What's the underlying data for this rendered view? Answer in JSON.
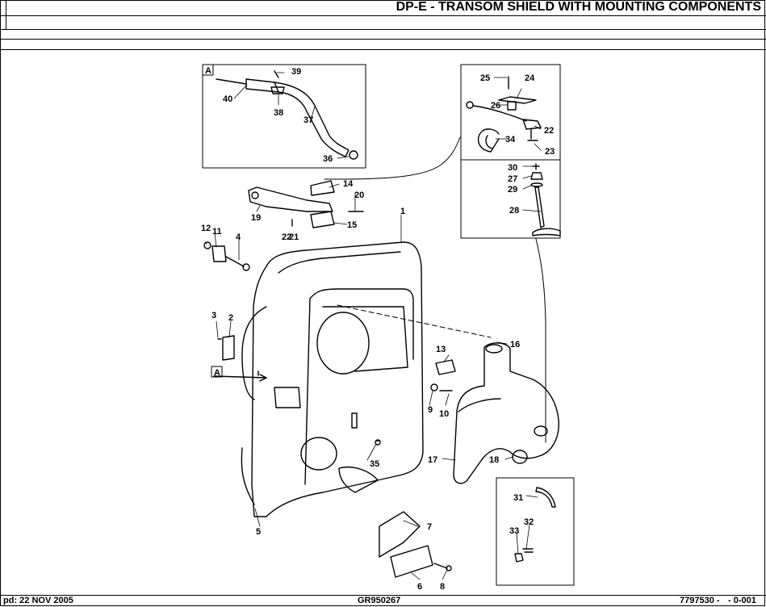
{
  "header": {
    "title": "DP-E - TRANSOM SHIELD WITH MOUNTING COMPONENTS"
  },
  "footer": {
    "print_date": "pd: 22 NOV 2005",
    "graphic_ref": "GR950267",
    "doc_number": "7797530 -",
    "revision": "- 0-001"
  },
  "callouts": {
    "c1": "1",
    "c2": "2",
    "c3": "3",
    "c4": "4",
    "c5": "5",
    "c6": "6",
    "c7": "7",
    "c8": "8",
    "c9": "9",
    "c10": "10",
    "c11": "11",
    "c12": "12",
    "c13": "13",
    "c14": "14",
    "c15": "15",
    "c16": "16",
    "c17": "17",
    "c18": "18",
    "c19": "19",
    "c20": "20",
    "c21": "21",
    "c22": "22",
    "c22b": "22",
    "c23": "23",
    "c24": "24",
    "c25": "25",
    "c26": "26",
    "c27": "27",
    "c28": "28",
    "c29": "29",
    "c30": "30",
    "c31": "31",
    "c32": "32",
    "c33": "33",
    "c34": "34",
    "c35": "35",
    "c36": "36",
    "c37": "37",
    "c38": "38",
    "c39": "39",
    "c40": "40"
  },
  "detail_refs": {
    "inset_a": "A",
    "main_a": "A"
  }
}
